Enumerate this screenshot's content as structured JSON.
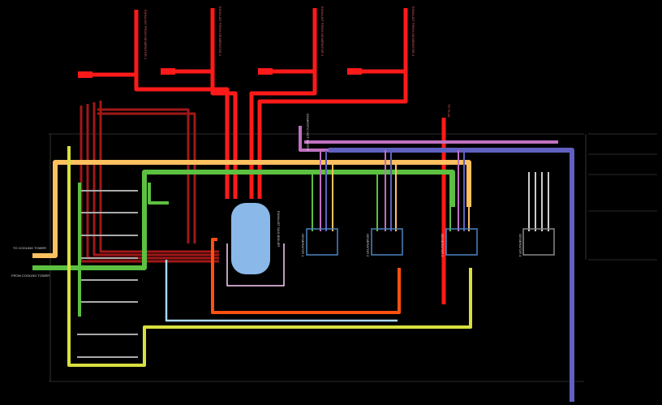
{
  "exhaust_labels": [
    "EXHAUST FROM GENERATOR 1",
    "EXHAUST FROM GENERATOR 2",
    "EXHAUST FROM GENERATOR 3",
    "EXHAUST FROM GENERATOR 4"
  ],
  "to_cooling_tower": "TO COOLING TOWER",
  "from_cooling_tower": "FROM COOLING TOWER",
  "domestic_hot_water": "DOMESTIC HOT WATER",
  "to_flue": "TO FLUE",
  "boiler_label": "EXHAUST GAS BOILER",
  "generator_labels": [
    "GENERATOR 1",
    "GENERATOR 2",
    "GENERATOR 3",
    "GENERATOR 4"
  ],
  "colors": {
    "exhaust": "#ff1a1a",
    "exhaust_dark": "#a01818",
    "cooling_out": "#ffc060",
    "cooling_in": "#5cc040",
    "yellow": "#d8e040",
    "purple": "#c070c0",
    "blue": "#6060c0",
    "orange": "#ff5010",
    "lightblue": "#a8d8f0",
    "tank": "#8ab8e8"
  }
}
